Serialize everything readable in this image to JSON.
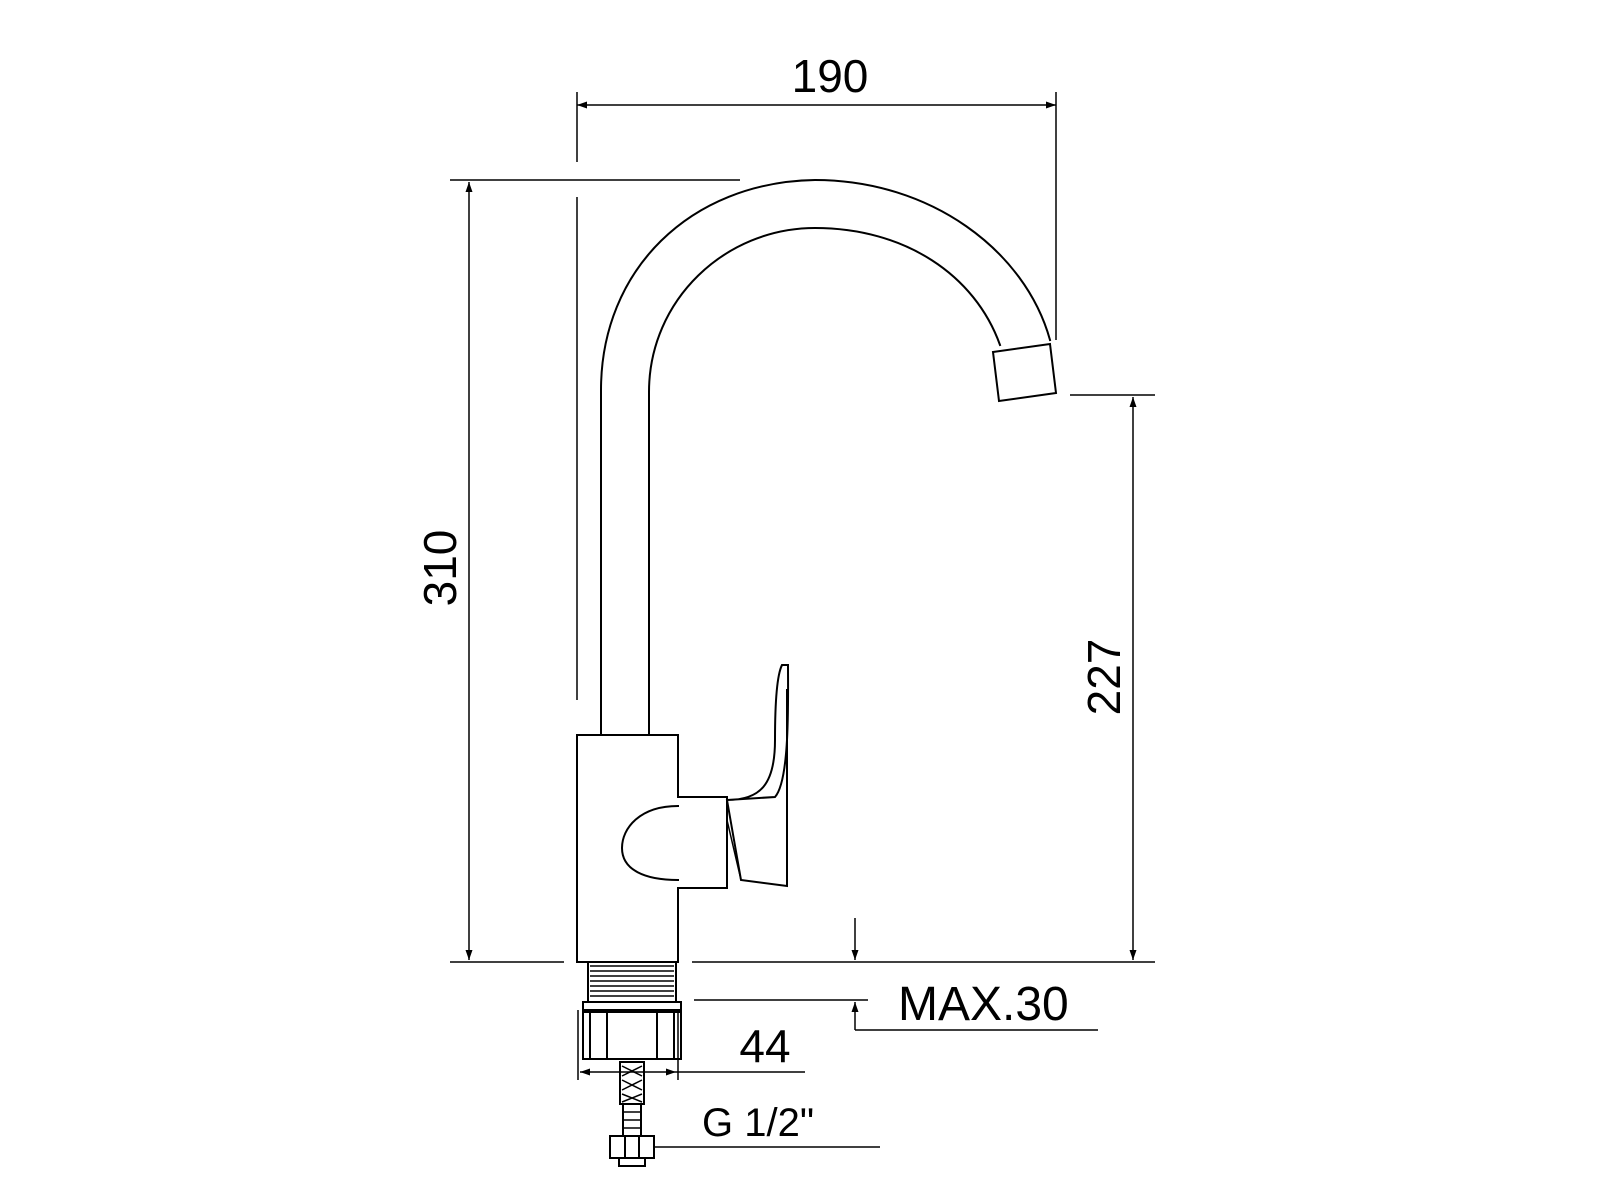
{
  "dimensions": {
    "spout_reach": "190",
    "total_height": "310",
    "spout_height": "227",
    "max_deck_thickness": "MAX.30",
    "base_diameter": "44",
    "connection_thread": "G 1/2\""
  }
}
